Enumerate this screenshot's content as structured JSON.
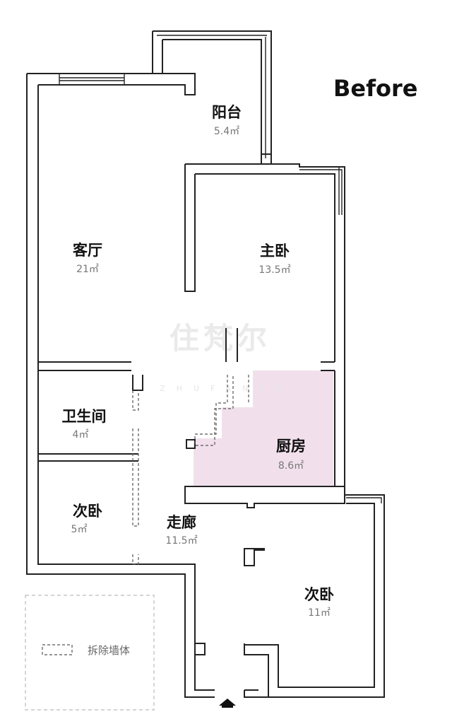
{
  "page_title": "Before",
  "watermark": {
    "logo": "住梵尔",
    "text": "ZHUFANER"
  },
  "rooms": [
    {
      "id": "balcony",
      "name": "阳台",
      "area": "5.4㎡"
    },
    {
      "id": "living",
      "name": "客厅",
      "area": "21㎡"
    },
    {
      "id": "master",
      "name": "主卧",
      "area": "13.5㎡"
    },
    {
      "id": "bath",
      "name": "卫生间",
      "area": "4㎡"
    },
    {
      "id": "kitchen",
      "name": "厨房",
      "area": "8.6㎡"
    },
    {
      "id": "second",
      "name": "次卧",
      "area": "5㎡"
    },
    {
      "id": "corridor",
      "name": "走廊",
      "area": "11.5㎡"
    },
    {
      "id": "third",
      "name": "次卧",
      "area": "11㎡"
    }
  ],
  "legend": {
    "label": "拆除墙体"
  },
  "colors": {
    "kitchen_fill": "#f1e0ec",
    "wall": "#222222"
  },
  "icons": {
    "entrance": "entrance-arrow-icon"
  }
}
